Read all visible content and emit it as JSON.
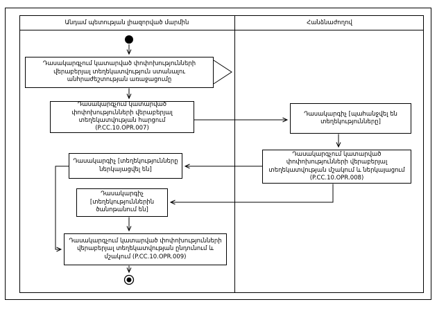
{
  "diagram": {
    "lanes": [
      {
        "title": "Անդամ պետության լիազորված մարմին"
      },
      {
        "title": "Հանձնաժողով"
      }
    ],
    "nodes": {
      "start_event": "Դասակարգչում կատարված փոփոխությունների վերաբերյալ տեղեկատվություն ստանալու անհրաժեշտության առաջացումը",
      "request_action": "Դասակարգչում կատարված փոփոխությունների վերաբերյալ տեղեկատվության հարցում (P.CC.10.OPR.007)",
      "state_requested": "Դասակարգիչ [պահանջվել են տեղեկությունները]",
      "process_action": "Դասակարգչում կատարված փոփոխությունների վերաբերյալ տեղեկատվության մշակում և ներկայացում (P.CC.10.OPR.008)",
      "state_presented": "Դասակարգիչ [տեղեկությունները ներկայացվել են]",
      "state_reviewing": "Դասակարգիչ [տեղեկություններին ծանոթանում են]",
      "receive_action": "Դասակարգչում կատարված փոփոխությունների վերաբերյալ տեղեկատվության ընդունում և մշակում (P.CC.10.OPR.009)"
    },
    "action_codes": [
      "P.CC.10.OPR.007",
      "P.CC.10.OPR.008",
      "P.CC.10.OPR.009"
    ],
    "colors": {
      "line": "#000000",
      "background": "#ffffff",
      "node_fill": "#ffffff",
      "text": "#000000"
    }
  }
}
